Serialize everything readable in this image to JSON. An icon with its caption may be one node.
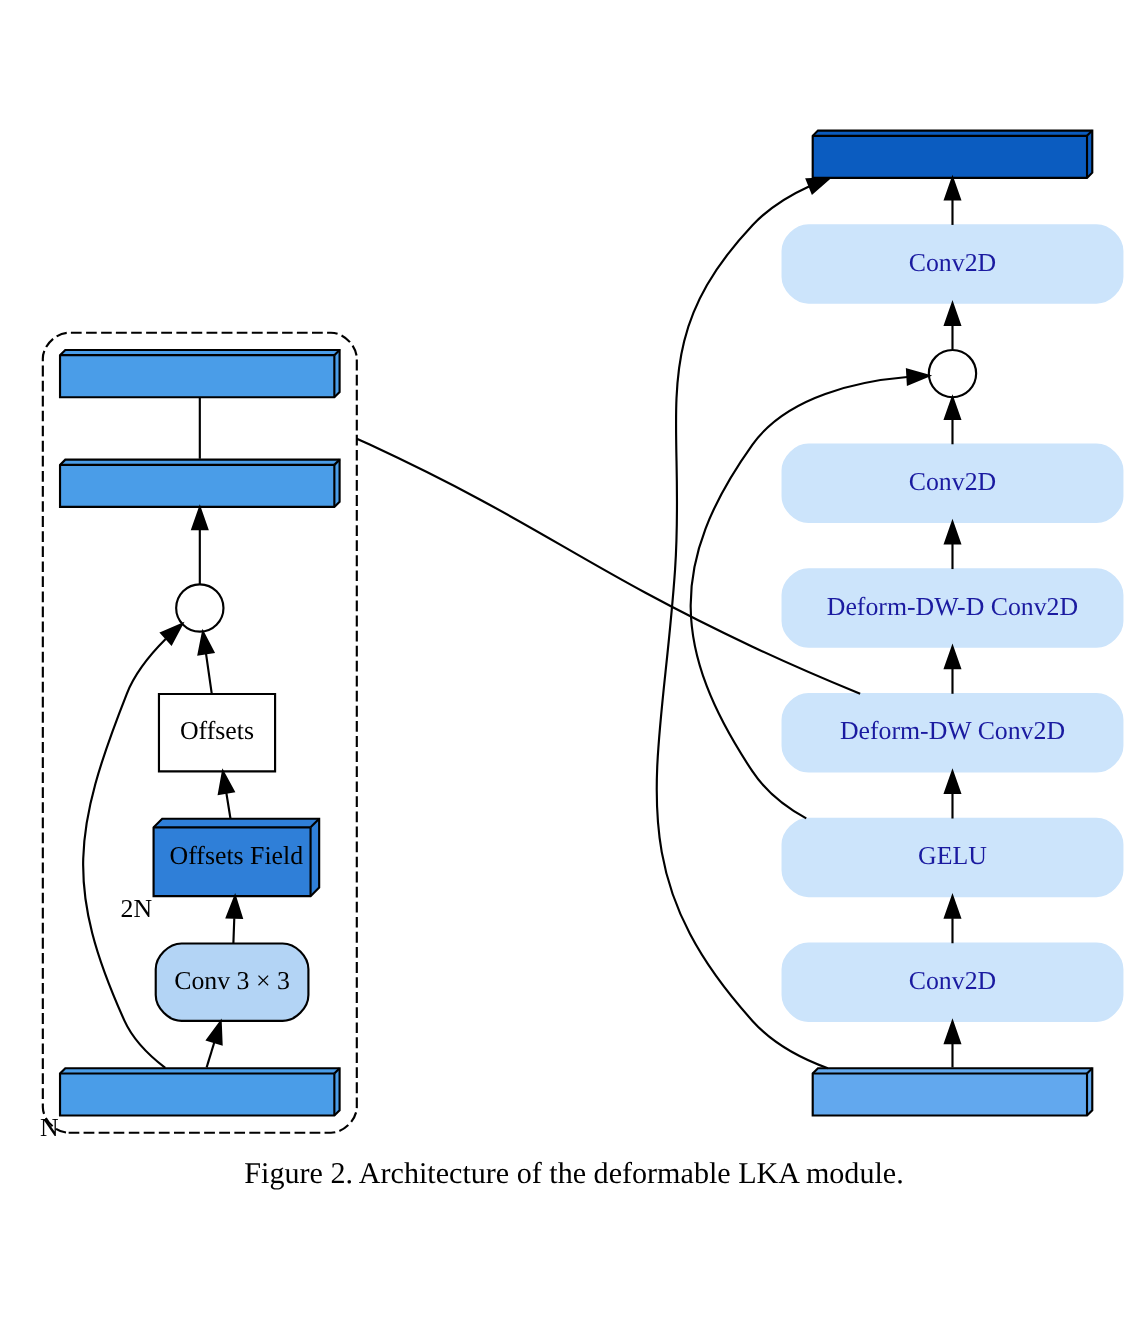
{
  "diagram": {
    "caption": "Figure 2. Architecture of the deformable LKA module.",
    "nodes": [
      {
        "text": [],
        "shape": "box"
      },
      {
        "text": [],
        "shape": "box",
        "in": 0
      },
      {
        "text": [],
        "shape": "box",
        "in": 0
      },
      {
        "text": [
          "Offsets"
        ],
        "in": 0
      },
      {
        "text": [],
        "shape": "circle",
        "in": 0
      },
      {
        "text": [
          "Offsets Field"
        ],
        "beside": [
          "2N"
        ],
        "in": 0
      },
      {
        "text": [
          "Conv 3 × 3"
        ],
        "in": 0
      },
      {
        "text": [],
        "shape": "box",
        "beside": [
          "N"
        ],
        "in": 0
      },
      {
        "text": [],
        "shape": "box"
      },
      {
        "text": [
          "Conv2D"
        ]
      },
      {
        "text": [],
        "shape": "circle"
      },
      {
        "text": [
          "Conv2D"
        ]
      },
      {
        "text": [
          "Deform-DW-D Conv2D"
        ]
      },
      {
        "text": [
          "Deform-DW Conv2D"
        ]
      },
      {
        "text": [
          "GELU"
        ]
      },
      {
        "text": [
          "Conv2D"
        ]
      },
      {
        "text": [],
        "shape": "box"
      }
    ],
    "edges": [
      {
        "from": 7,
        "to": 6,
        "arrow": "to"
      },
      {
        "from": 6,
        "to": 5,
        "arrow": "to"
      },
      {
        "from": 5,
        "to": 3,
        "arrow": "to"
      },
      {
        "from": 3,
        "to": 4,
        "arrow": "to"
      },
      {
        "from": 7,
        "to": 4,
        "arrow": "to"
      },
      {
        "from": 4,
        "to": 2,
        "arrow": "to"
      },
      {
        "from": 2,
        "to": 1,
        "arrow": "none"
      },
      {
        "from": 0,
        "to": 13,
        "arrow": "none"
      },
      {
        "from": 16,
        "to": 15,
        "arrow": "to"
      },
      {
        "from": 15,
        "to": 14,
        "arrow": "to"
      },
      {
        "from": 14,
        "to": 13,
        "arrow": "to"
      },
      {
        "from": 14,
        "to": 10,
        "arrow": "to"
      },
      {
        "from": 13,
        "to": 12,
        "arrow": "to"
      },
      {
        "from": 12,
        "to": 11,
        "arrow": "to"
      },
      {
        "from": 11,
        "to": 10,
        "arrow": "to"
      },
      {
        "from": 10,
        "to": 9,
        "arrow": "to"
      },
      {
        "from": 9,
        "to": 8,
        "arrow": "to"
      },
      {
        "from": 16,
        "to": 8,
        "arrow": "to"
      }
    ]
  }
}
